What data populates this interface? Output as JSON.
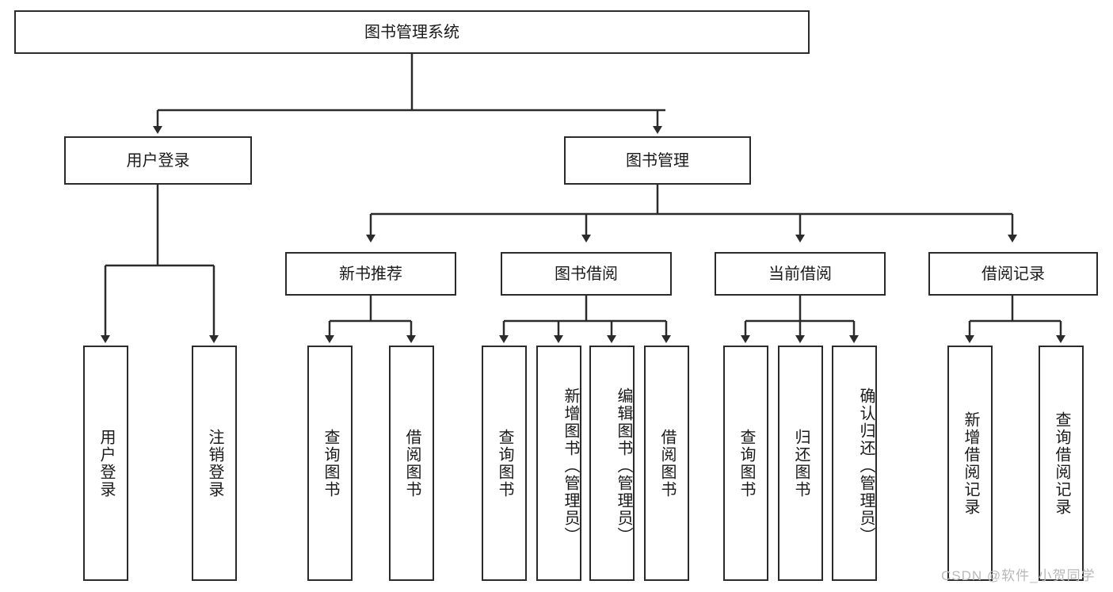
{
  "diagram": {
    "title": "图书管理系统",
    "type": "tree",
    "root": {
      "label": "图书管理系统"
    },
    "level1": [
      {
        "label": "用户登录"
      },
      {
        "label": "图书管理"
      }
    ],
    "level2": [
      {
        "label": "新书推荐"
      },
      {
        "label": "图书借阅"
      },
      {
        "label": "当前借阅"
      },
      {
        "label": "借阅记录"
      }
    ],
    "leaves": [
      {
        "label": "用户登录",
        "parent": "用户登录"
      },
      {
        "label": "注销登录",
        "parent": "用户登录"
      },
      {
        "label": "查询图书",
        "parent": "新书推荐"
      },
      {
        "label": "借阅图书",
        "parent": "新书推荐"
      },
      {
        "label": "查询图书",
        "parent": "图书借阅"
      },
      {
        "label": "新增图书（管理员）",
        "parent": "图书借阅"
      },
      {
        "label": "编辑图书（管理员）",
        "parent": "图书借阅"
      },
      {
        "label": "借阅图书",
        "parent": "图书借阅"
      },
      {
        "label": "查询图书",
        "parent": "当前借阅"
      },
      {
        "label": "归还图书",
        "parent": "当前借阅"
      },
      {
        "label": "确认归还（管理员）",
        "parent": "当前借阅"
      },
      {
        "label": "新增借阅记录",
        "parent": "借阅记录"
      },
      {
        "label": "查询借阅记录",
        "parent": "借阅记录"
      }
    ]
  },
  "watermark": {
    "text": "CSDN @软件_小贺同学"
  },
  "colors": {
    "stroke": "#2b2b2b",
    "fill": "#ffffff",
    "text": "#1a1a1a",
    "watermark": "#b9b9b9"
  }
}
